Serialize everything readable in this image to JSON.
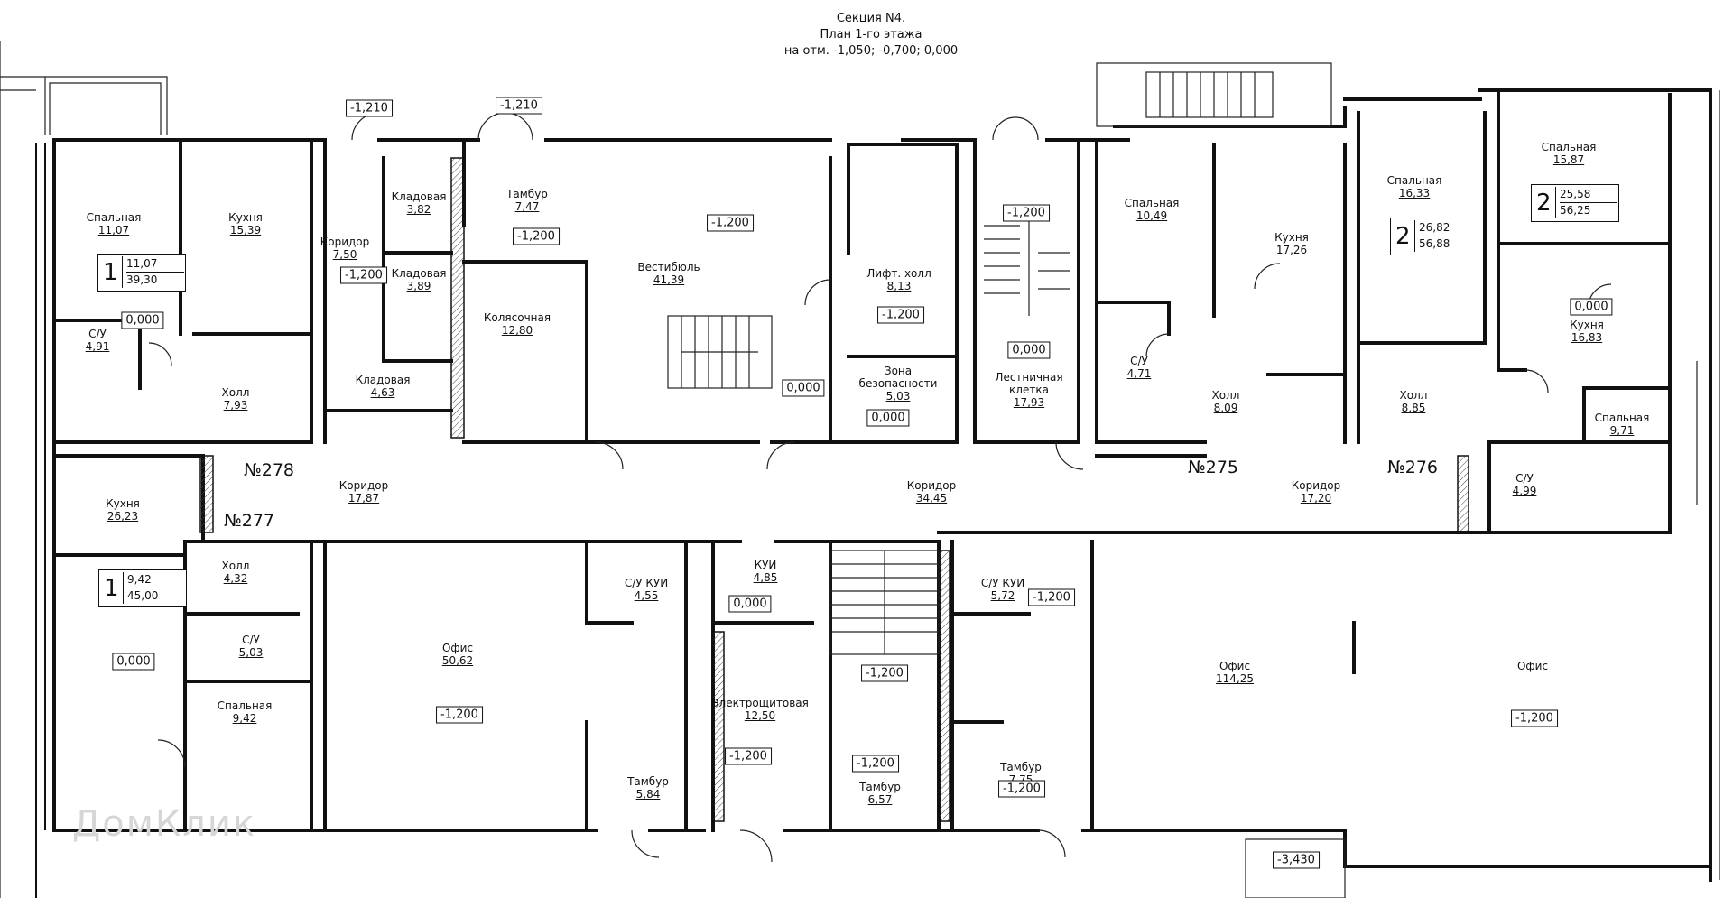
{
  "title": {
    "line1": "Секция N4.",
    "line2": "План 1-го этажа",
    "line3": "на отм. -1,050; -0,700; 0,000"
  },
  "sections": {
    "s278": "№278",
    "s277": "№277",
    "s275": "№275",
    "s276": "№276"
  },
  "apartments": {
    "a1_top": {
      "n": "1",
      "top": "11,07",
      "bottom": "39,30"
    },
    "a1_bottom": {
      "n": "1",
      "top": "9,42",
      "bottom": "45,00"
    },
    "a2_mid": {
      "n": "2",
      "top": "26,82",
      "bottom": "56,88"
    },
    "a2_right": {
      "n": "2",
      "top": "25,58",
      "bottom": "56,25"
    }
  },
  "rooms": {
    "bedroom_a": {
      "name": "Спальная",
      "area": "11,07"
    },
    "kitchen_a": {
      "name": "Кухня",
      "area": "15,39"
    },
    "bath_a": {
      "name": "С/У",
      "area": "4,91"
    },
    "hall_a": {
      "name": "Холл",
      "area": "7,93"
    },
    "kitchen_b": {
      "name": "Кухня",
      "area": "26,23"
    },
    "hall_b": {
      "name": "Холл",
      "area": "4,32"
    },
    "bath_b": {
      "name": "С/У",
      "area": "5,03"
    },
    "bedroom_b": {
      "name": "Спальная",
      "area": "9,42"
    },
    "corridor_small": {
      "name": "Коридор",
      "area": "7,50"
    },
    "pantry1": {
      "name": "Кладовая",
      "area": "3,82"
    },
    "pantry2": {
      "name": "Кладовая",
      "area": "3,89"
    },
    "pantry3": {
      "name": "Кладовая",
      "area": "4,63"
    },
    "vestibule_tambur": {
      "name": "Тамбур",
      "area": "7,47"
    },
    "stroller": {
      "name": "Колясочная",
      "area": "12,80"
    },
    "lobby": {
      "name": "Вестибюль",
      "area": "41,39"
    },
    "lift_hall": {
      "name": "Лифт. холл",
      "area": "8,13"
    },
    "safety_zone": {
      "name": "Зона безопасности",
      "area": "5,03"
    },
    "stairwell": {
      "name": "Лестничная клетка",
      "area": "17,93"
    },
    "bedroom_c": {
      "name": "Спальная",
      "area": "10,49"
    },
    "kitchen_c": {
      "name": "Кухня",
      "area": "17,26"
    },
    "bath_c": {
      "name": "С/У",
      "area": "4,71"
    },
    "hall_c": {
      "name": "Холл",
      "area": "8,09"
    },
    "bedroom_d": {
      "name": "Спальная",
      "area": "16,33"
    },
    "hall_d": {
      "name": "Холл",
      "area": "8,85"
    },
    "bedroom_e": {
      "name": "Спальная",
      "area": "15,87"
    },
    "kitchen_e": {
      "name": "Кухня",
      "area": "16,83"
    },
    "bedroom_f": {
      "name": "Спальная",
      "area": "9,71"
    },
    "bath_f": {
      "name": "С/У",
      "area": "4,99"
    },
    "corridor_left": {
      "name": "Коридор",
      "area": "17,87"
    },
    "corridor_center": {
      "name": "Коридор",
      "area": "34,45"
    },
    "corridor_right": {
      "name": "Коридор",
      "area": "17,20"
    },
    "office_left": {
      "name": "Офис",
      "area": "50,62"
    },
    "su_kui_1": {
      "name": "С/У КУИ",
      "area": "4,55"
    },
    "kui": {
      "name": "КУИ",
      "area": "4,85"
    },
    "su_kui_2": {
      "name": "С/У КУИ",
      "area": "5,72"
    },
    "electrical": {
      "name": "Электрощитовая",
      "area": "12,50"
    },
    "tambur1": {
      "name": "Тамбур",
      "area": "5,84"
    },
    "tambur2": {
      "name": "Тамбур",
      "area": "6,57"
    },
    "tambur3": {
      "name": "Тамбур",
      "area": "7,75"
    },
    "office_big": {
      "name": "Офис",
      "area": "114,25"
    },
    "office_right": {
      "name": "Офис",
      "area": ""
    }
  },
  "levels": {
    "l_apt1": "0,000",
    "l_apt1b": "0,000",
    "l_corr_small": "-1,200",
    "l_door1": "-1,210",
    "l_door2": "-1,210",
    "l_tambur": "-1,200",
    "l_lobby": "-1,200",
    "l_lobby2": "0,000",
    "l_lift": "-1,200",
    "l_safety": "0,000",
    "l_stair_top": "-1,200",
    "l_stair_mid": "0,000",
    "l_kitchen_e": "0,000",
    "l_kui": "0,000",
    "l_office_left": "-1,200",
    "l_electrical": "-1,200",
    "l_lower_stair": "-1,200",
    "l_tambur2": "-1,200",
    "l_tambur3": "-1,200",
    "l_su_kui2": "-1,200",
    "l_office_right": "-1,200",
    "l_bottom": "-3,430"
  },
  "watermark": "ДомКлик"
}
